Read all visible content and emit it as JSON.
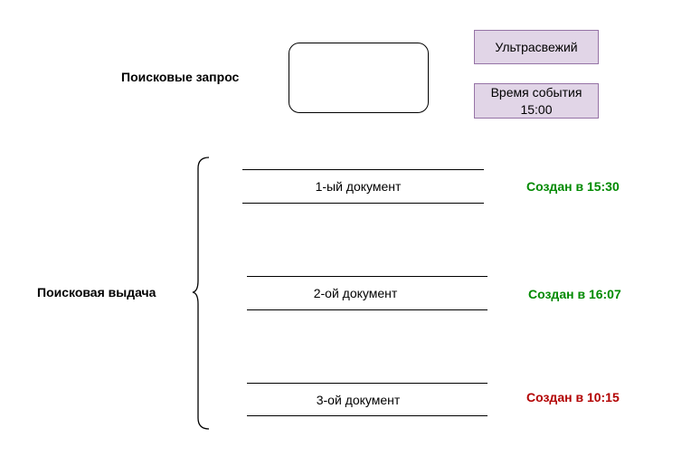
{
  "query": {
    "label": "Поисковые запрос",
    "tags": [
      "Ультрасвежий",
      "Время события\n15:00"
    ]
  },
  "results": {
    "label": "Поисковая выдача",
    "documents": [
      {
        "title": "1-ый документ",
        "status": "Создан в 15:30",
        "color": "#008a00"
      },
      {
        "title": "2-ой документ",
        "status": "Создан в 16:07",
        "color": "#008a00"
      },
      {
        "title": "3-ой документ",
        "status": "Создан в 10:15",
        "color": "#b20000"
      }
    ]
  }
}
